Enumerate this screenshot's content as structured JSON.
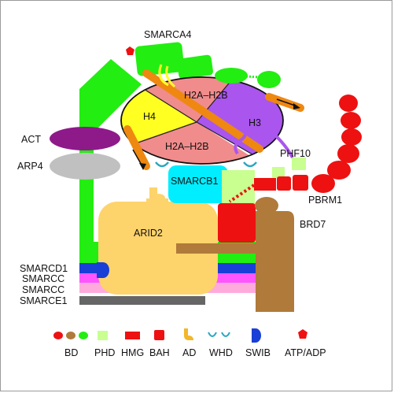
{
  "labels": {
    "smarca4": "SMARCA4",
    "act": "ACT",
    "arp4": "ARP4",
    "h4": "H4",
    "h2a_h2b_top": "H2A–H2B",
    "h3": "H3",
    "h2a_h2b_bottom": "H2A–H2B",
    "smarcb1": "SMARCB1",
    "phf10": "PHF10",
    "pbrm1": "PBRM1",
    "arid2": "ARID2",
    "brd7": "BRD7",
    "smarcd1": "SMARCD1",
    "smarcc_1": "SMARCC",
    "smarcc_2": "SMARCC",
    "smarce1": "SMARCE1"
  },
  "legend": [
    {
      "name": "bd",
      "label": "BD"
    },
    {
      "name": "phd",
      "label": "PHD"
    },
    {
      "name": "hmg",
      "label": "HMG"
    },
    {
      "name": "bah",
      "label": "BAH"
    },
    {
      "name": "ad",
      "label": "AD"
    },
    {
      "name": "whd",
      "label": "WHD"
    },
    {
      "name": "swib",
      "label": "SWIB"
    },
    {
      "name": "atp-adp",
      "label": "ATP/ADP"
    }
  ],
  "colors": {
    "atpase_green": "#22ee11",
    "smarcd1_blue": "#1a3fd6",
    "smarcc_magenta": "#ff55ff",
    "smarcc_pink": "#ffaadd",
    "smarce1_gray": "#666666",
    "arid2_tan": "#fdd36b",
    "brd7_brown": "#b07a3a",
    "pbrm1_red": "#ee1111",
    "act_purple": "#8e1a8a",
    "arp4_gray": "#c0c0c0",
    "smarcb1_cyan": "#00eeff",
    "h4_yellow": "#ffff22",
    "h2a_salmon": "#f08c8c",
    "h3_purple": "#aa55ee",
    "phd_lightgreen": "#c8ff90",
    "arrow_orange": "#ee8811"
  }
}
